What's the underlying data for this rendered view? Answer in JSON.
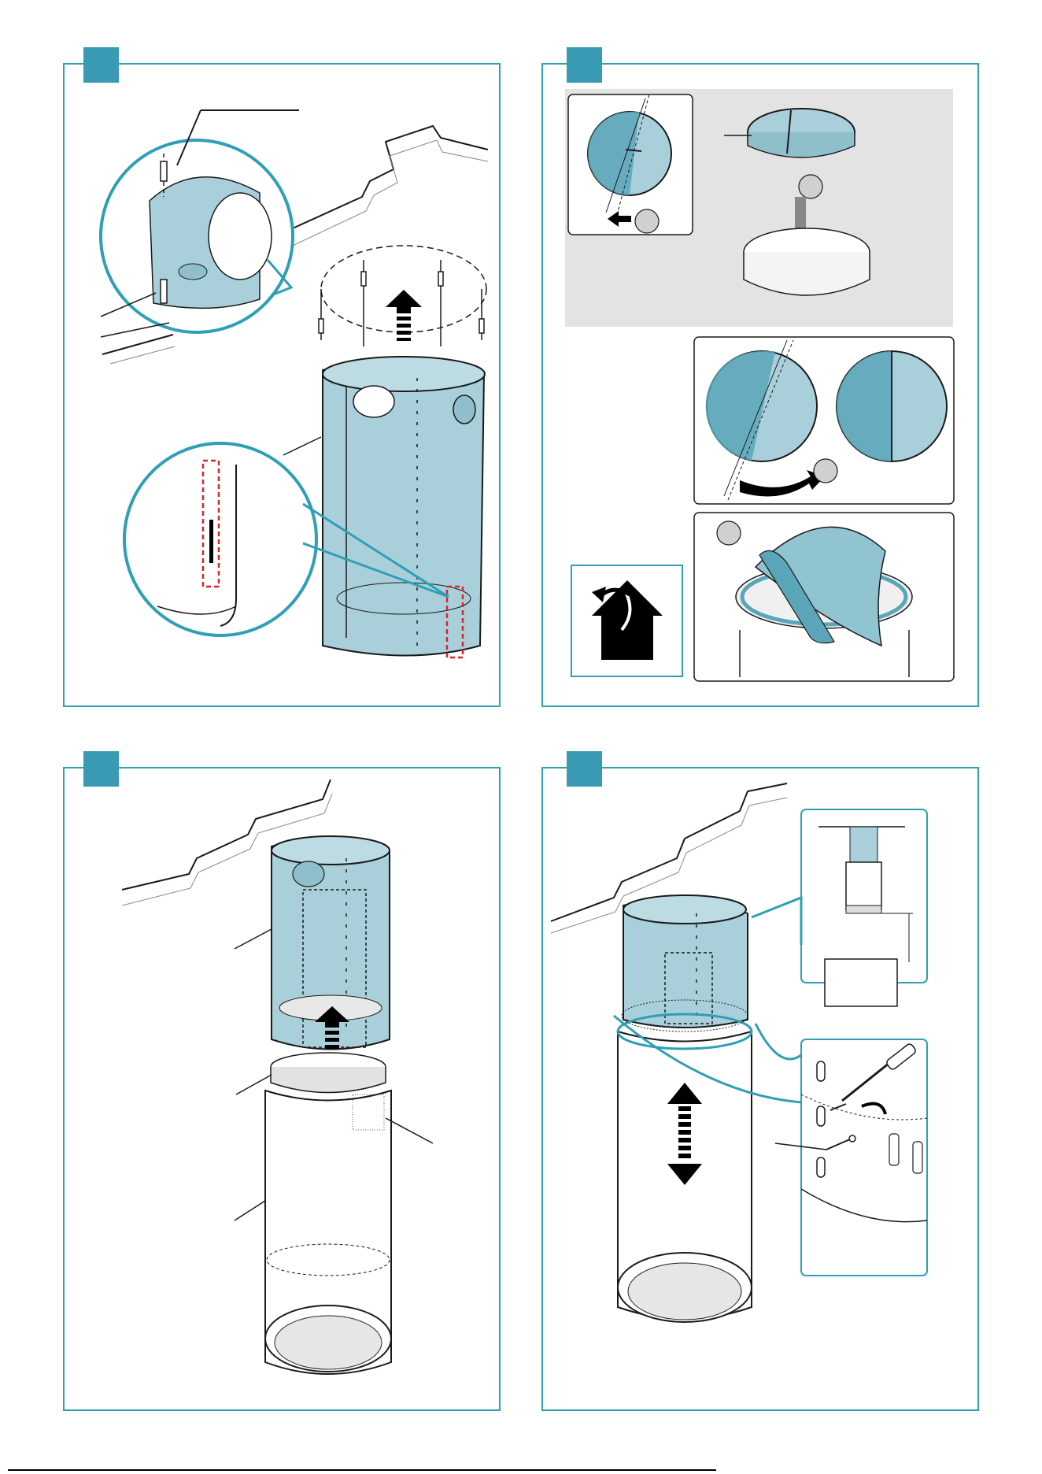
{
  "page": {
    "background": "#ffffff"
  },
  "colors": {
    "frame": "#2e9fb6",
    "badge": "#3a9ab3",
    "part_fill": "#a9d0da",
    "part_dark": "#5aa6b8",
    "panel_gray": "#e3e3e3",
    "outline": "#1a1a1a",
    "highlight": "#d8232a"
  },
  "panels": [
    {
      "step": "",
      "badge": "step-badge",
      "content": "ceiling-bracket-and-upper-duct-cover-mounting"
    },
    {
      "step": "",
      "badge": "step-badge",
      "content": "valve-disc-assembly"
    },
    {
      "step": "",
      "badge": "step-badge",
      "content": "lower-chimney-slid-over-upper"
    },
    {
      "step": "",
      "badge": "step-badge",
      "content": "height-adjust-and-screw-fixing"
    }
  ],
  "icons": {
    "panel1": [
      "screw-icon",
      "magnifier-circle-icon",
      "up-arrow-icon",
      "highlight-slot-icon"
    ],
    "panel2": [
      "circle-marker-icon",
      "left-arrow-icon",
      "down-arrow-icon",
      "rotate-arrow-icon",
      "outdoor-extraction-icon"
    ],
    "panel3": [
      "up-arrow-icon",
      "grille-icon"
    ],
    "panel4": [
      "double-arrow-icon",
      "screwdriver-icon",
      "screw-icon"
    ]
  }
}
